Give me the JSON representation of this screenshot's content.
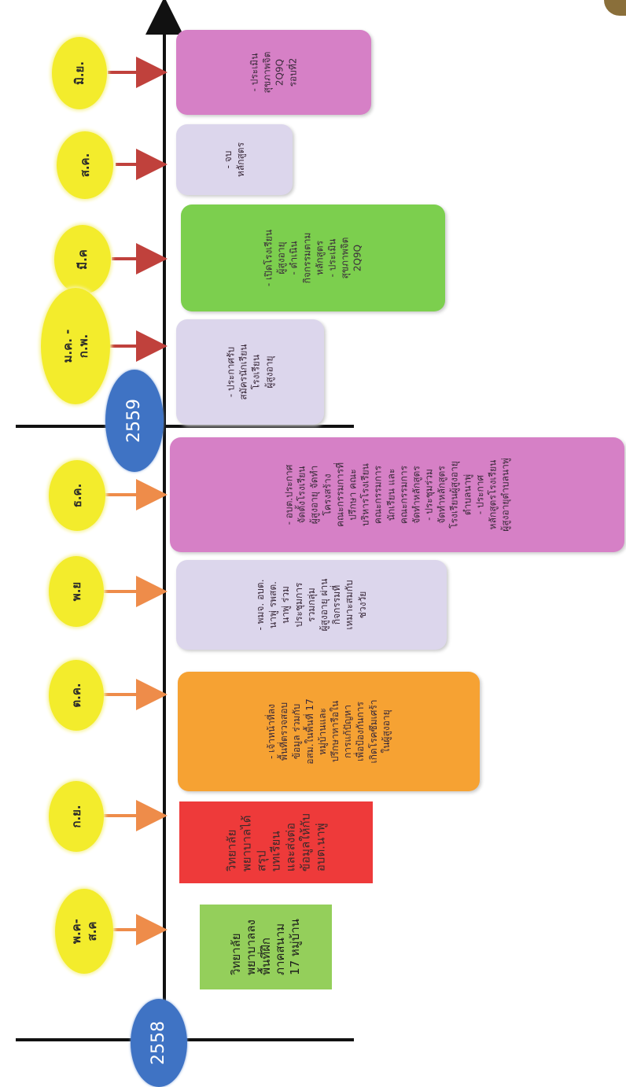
{
  "colors": {
    "axis": "#111111",
    "oval": "#f3ec2c",
    "year": "#3f73c4",
    "arrow_red": "#c0413c",
    "arrow_orange": "#ee8c4a",
    "box_purple": "#d680c6",
    "box_lavender": "#dcd6ec",
    "box_green": "#7ccf4e",
    "box_orange": "#f6a233",
    "box_red": "#ee3a3a",
    "box_lightgreen": "#94cf5b"
  },
  "years": [
    {
      "label": "2558"
    },
    {
      "label": "2559"
    }
  ],
  "months": [
    {
      "label": "มิ.ย."
    },
    {
      "label": "ส.ค."
    },
    {
      "label": "มี.ค"
    },
    {
      "label": "ม.ค. - ก.พ."
    },
    {
      "label": "ธ.ค."
    },
    {
      "label": "พ.ย"
    },
    {
      "label": "ต.ค."
    },
    {
      "label": "ก.ย."
    },
    {
      "label": "พ.ค-ส.ค"
    }
  ],
  "activities": [
    {
      "text": "- ประเมิน\nสุขภาพจิต\n2Q9Q\nรอบที่2"
    },
    {
      "text": "- จบ\nหลักสูตร"
    },
    {
      "text": "- เปิดโรงเรียน\nผู้สูงอายุ\n- ดำเนิน\nกิจกรรมตาม\nหลักสูตร\n- ประเมิน\nสุขภาพจิต\n2Q9Q"
    },
    {
      "text": "- ประกาศรับ\nสมัครนักเรียน\nโรงเรียน\nผู้สูงอายุ"
    },
    {
      "text": "- อบต.ประกาศ\nจัดตั้งโรงเรียน\nผู้สูงอายุ จัดทำ\nโครงสร้าง\nคณะกรรมการที่\nปรึกษา คณะ\nบริหารโรงเรียน\nคณะกรรมการ\nนักเรียน และ\nคณะกรรมการ\nจัดทำหลักสูตร\n- ประชุมร่วม\nจัดทำหลักสูตร\nโรงเรียนผู้สูงอายุ\nตำบลนาพู่\n- ประกาศ\nหลักสูตรโรงเรียน\nผู้สูงอายุตำบลนาพู่"
    },
    {
      "text": "- พมจ. อบต.\nนาพู่ รพสต.\nนาพู่ ร่วม\nประชุมการ\nรวมกลุ่ม\nผู้สูงอายุ ผ่าน\nกิจกรรมที่\nเหมาะสมกับ\nช่วงวัย"
    },
    {
      "text": "- เจ้าหน้าที่ลง\nพื้นที่ตรวจสอบ\nข้อมูล ร่วมกับ\nอสม.ในพื้นที่ 17\nหมู่บ้านและ\nปรึกษาหารือใน\nการแก้ปัญหา\nเพื่อป้องกันการ\nเกิดโรคซึมเศร้า\nในผู้สูงอายุ"
    },
    {
      "text": "วิทยาลัย\nพยาบาลได้\nสรุป\nบทเรียน\nและส่งต่อ\nข้อมูลให้กับ\nอบต.นาพู่"
    },
    {
      "text": "วิทยาลัย\nพยาบาลลง\nพื้นที่ฝึก\nภาคสนาม\n17 หมู่บ้าน"
    }
  ]
}
